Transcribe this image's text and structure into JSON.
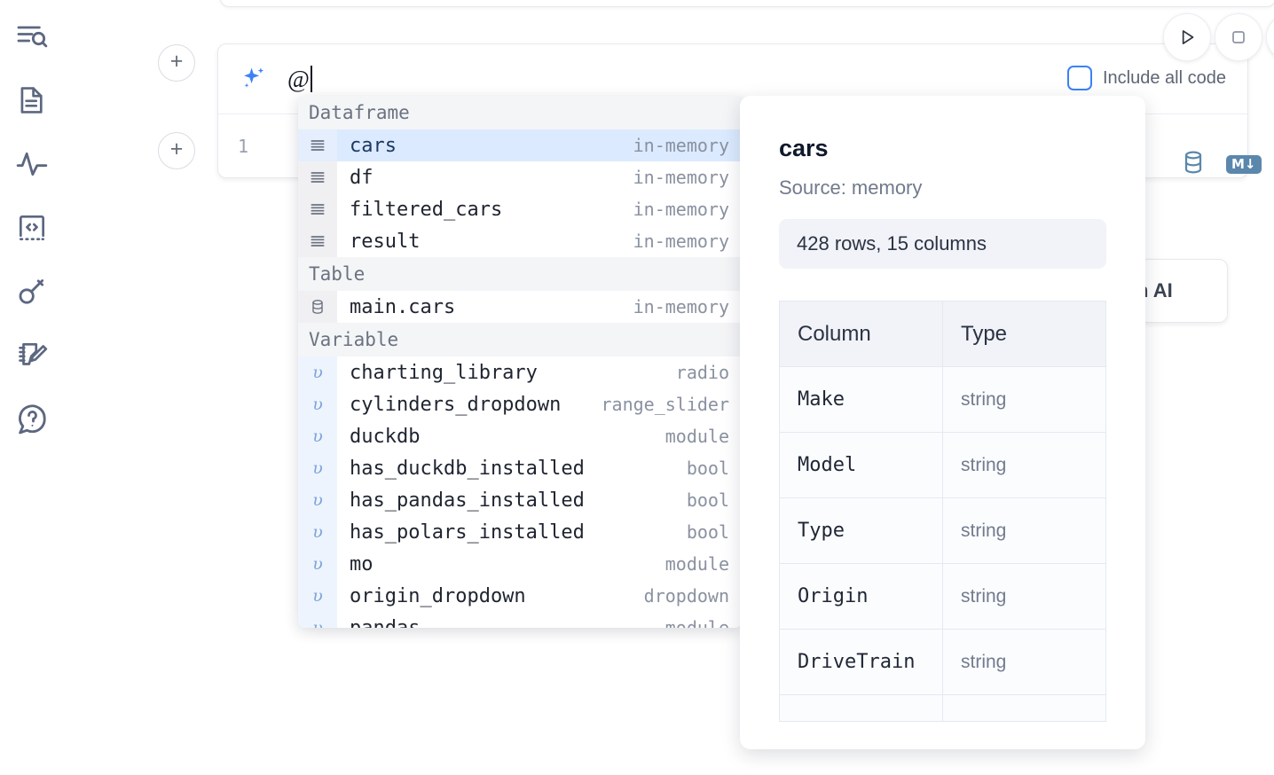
{
  "sidebar": {
    "items": [
      {
        "name": "explore-search-icon",
        "label": "Explore"
      },
      {
        "name": "file-document-icon",
        "label": "Files"
      },
      {
        "name": "activity-pulse-icon",
        "label": "Activity"
      },
      {
        "name": "code-snippet-icon",
        "label": "Snippets"
      },
      {
        "name": "key-secrets-icon",
        "label": "Secrets"
      },
      {
        "name": "notebook-edit-icon",
        "label": "Scratchpad"
      },
      {
        "name": "help-question-icon",
        "label": "Help"
      }
    ]
  },
  "toolbar": {
    "run_label": "Run",
    "stop_label": "Stop",
    "include_all_code_label": "Include all code",
    "include_all_code_checked": false,
    "database_icon": "database-icon",
    "markdown_badge": "M↓"
  },
  "ai_cell": {
    "sparkle_icon": "sparkle-ai-icon",
    "input_value": "@",
    "placeholder": "",
    "line_number": "1"
  },
  "chat_ai_button": {
    "label": "h AI"
  },
  "autocomplete": {
    "groups": [
      {
        "label": "Dataframe",
        "items": [
          {
            "icon": "dataframe-icon",
            "name": "cars",
            "type": "in-memory",
            "selected": true
          },
          {
            "icon": "dataframe-icon",
            "name": "df",
            "type": "in-memory",
            "selected": false
          },
          {
            "icon": "dataframe-icon",
            "name": "filtered_cars",
            "type": "in-memory",
            "selected": false
          },
          {
            "icon": "dataframe-icon",
            "name": "result",
            "type": "in-memory",
            "selected": false
          }
        ]
      },
      {
        "label": "Table",
        "items": [
          {
            "icon": "table-database-icon",
            "name": "main.cars",
            "type": "in-memory",
            "selected": false
          }
        ]
      },
      {
        "label": "Variable",
        "items": [
          {
            "icon": "variable-icon",
            "name": "charting_library",
            "type": "radio",
            "selected": false
          },
          {
            "icon": "variable-icon",
            "name": "cylinders_dropdown",
            "type": "range_slider",
            "selected": false
          },
          {
            "icon": "variable-icon",
            "name": "duckdb",
            "type": "module",
            "selected": false
          },
          {
            "icon": "variable-icon",
            "name": "has_duckdb_installed",
            "type": "bool",
            "selected": false
          },
          {
            "icon": "variable-icon",
            "name": "has_pandas_installed",
            "type": "bool",
            "selected": false
          },
          {
            "icon": "variable-icon",
            "name": "has_polars_installed",
            "type": "bool",
            "selected": false
          },
          {
            "icon": "variable-icon",
            "name": "mo",
            "type": "module",
            "selected": false
          },
          {
            "icon": "variable-icon",
            "name": "origin_dropdown",
            "type": "dropdown",
            "selected": false
          },
          {
            "icon": "variable-icon",
            "name": "pandas",
            "type": "module",
            "selected": false
          }
        ]
      }
    ]
  },
  "preview": {
    "title": "cars",
    "source": "Source: memory",
    "stats": "428 rows, 15 columns",
    "headers": {
      "column": "Column",
      "type": "Type"
    },
    "rows": [
      {
        "column": "Make",
        "type": "string"
      },
      {
        "column": "Model",
        "type": "string"
      },
      {
        "column": "Type",
        "type": "string"
      },
      {
        "column": "Origin",
        "type": "string"
      },
      {
        "column": "DriveTrain",
        "type": "string"
      }
    ]
  },
  "colors": {
    "accent_blue": "#3b82f6",
    "selected_row": "#dbeafe",
    "icon_gray": "#5c6780",
    "muted_text": "#8a91a0",
    "db_icon": "#5b87ac"
  }
}
